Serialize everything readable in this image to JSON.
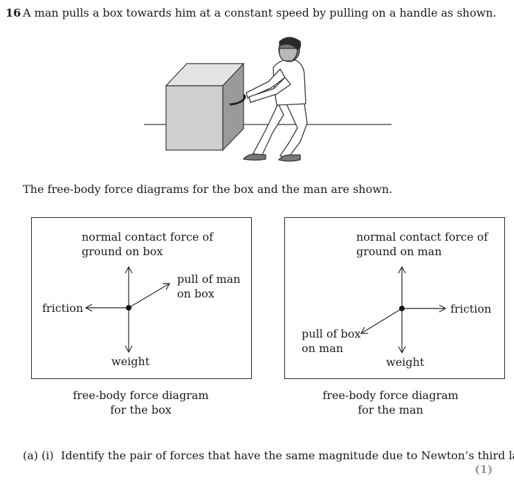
{
  "question": {
    "number": "16",
    "intro": "A man pulls a box towards him at a constant speed by pulling on a handle as shown."
  },
  "diagrams_intro": "The free-body force diagrams for the box and the man are shown.",
  "box_diagram": {
    "normal_line1": "normal contact force of",
    "normal_line2": "ground on box",
    "pull_line1": "pull of man",
    "pull_line2": "on box",
    "friction": "friction",
    "weight": "weight",
    "caption_line1": "free-body force diagram",
    "caption_line2": "for the box"
  },
  "man_diagram": {
    "normal_line1": "normal contact force of",
    "normal_line2": "ground on man",
    "pull_line1": "pull of box",
    "pull_line2": "on man",
    "friction": "friction",
    "weight": "weight",
    "caption_line1": "free-body force diagram",
    "caption_line2": "for the man"
  },
  "part_a": {
    "label": "(a)",
    "sub": "(i)",
    "text": "Identify the pair of forces that have the same magnitude due to Newton’s third law.",
    "marks": "(1)"
  }
}
